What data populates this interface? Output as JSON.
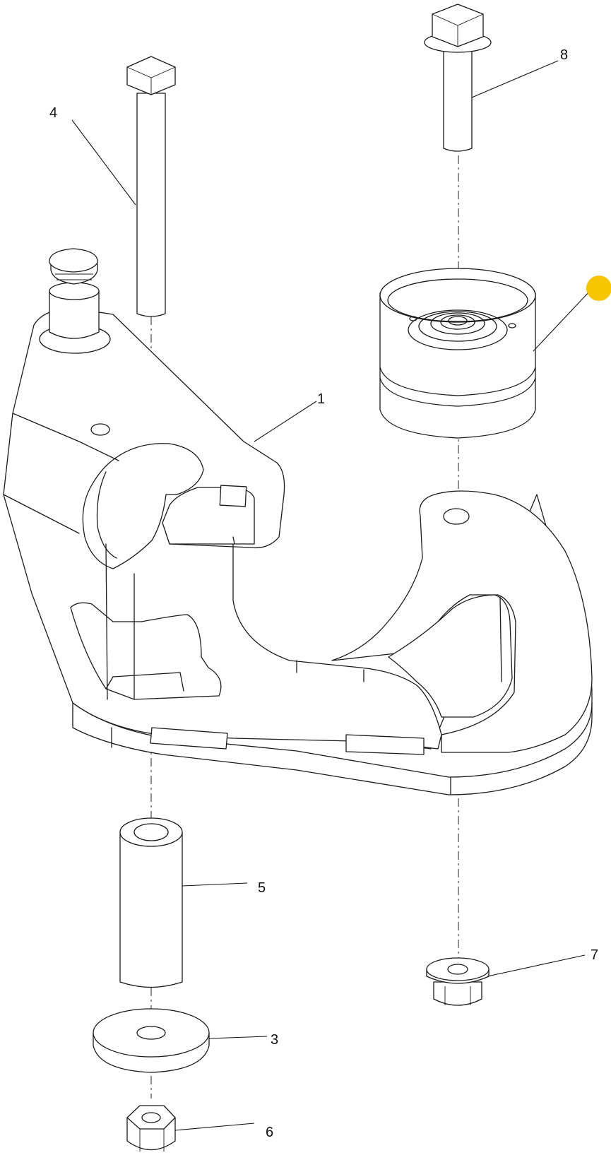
{
  "diagram": {
    "callouts": {
      "c1": "1",
      "c3": "3",
      "c4": "4",
      "c5": "5",
      "c6": "6",
      "c7": "7",
      "c8": "8"
    },
    "marker_color": "#F7C600",
    "line_color": "#1a1a1a"
  }
}
